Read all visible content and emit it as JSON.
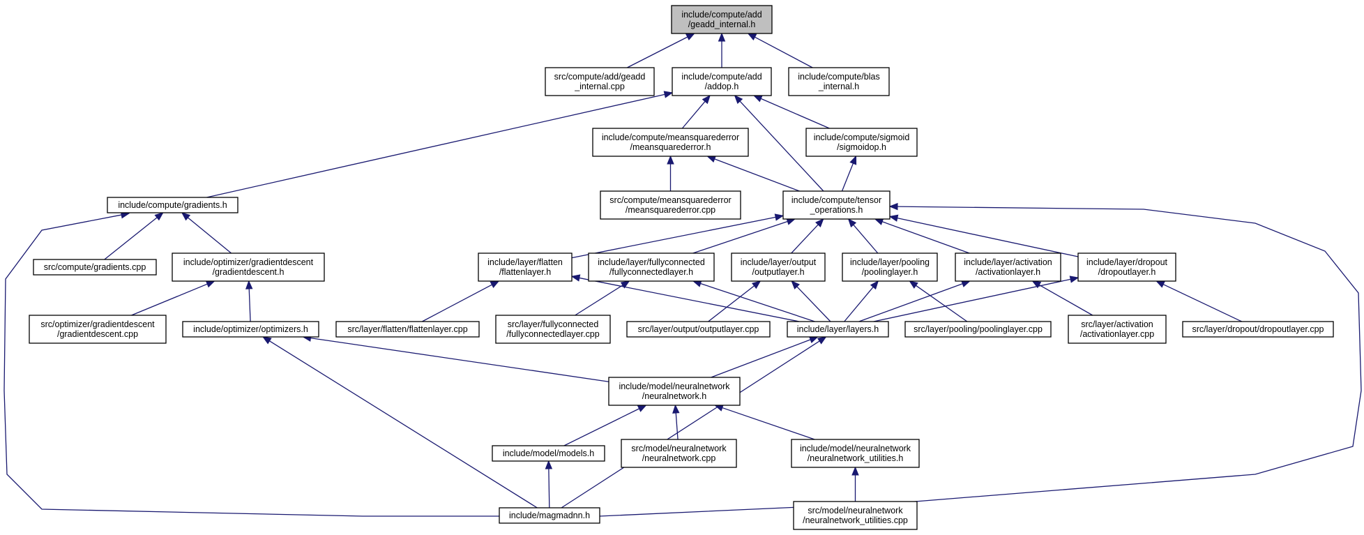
{
  "nodes": [
    {
      "id": "geadd_internal_h",
      "lines": [
        "include/compute/add",
        "/geadd_internal.h"
      ],
      "highlighted": true
    },
    {
      "id": "geadd_internal_cpp",
      "lines": [
        "src/compute/add/geadd",
        "_internal.cpp"
      ]
    },
    {
      "id": "addop_h",
      "lines": [
        "include/compute/add",
        "/addop.h"
      ]
    },
    {
      "id": "blas_internal_h",
      "lines": [
        "include/compute/blas",
        "_internal.h"
      ]
    },
    {
      "id": "mse_h",
      "lines": [
        "include/compute/meansquarederror",
        "/meansquarederror.h"
      ]
    },
    {
      "id": "sigmoidop_h",
      "lines": [
        "include/compute/sigmoid",
        "/sigmoidop.h"
      ]
    },
    {
      "id": "gradients_h",
      "lines": [
        "include/compute/gradients.h"
      ]
    },
    {
      "id": "mse_cpp",
      "lines": [
        "src/compute/meansquarederror",
        "/meansquarederror.cpp"
      ]
    },
    {
      "id": "tensor_ops_h",
      "lines": [
        "include/compute/tensor",
        "_operations.h"
      ]
    },
    {
      "id": "gradients_cpp",
      "lines": [
        "src/compute/gradients.cpp"
      ]
    },
    {
      "id": "gd_h",
      "lines": [
        "include/optimizer/gradientdescent",
        "/gradientdescent.h"
      ]
    },
    {
      "id": "flatten_h",
      "lines": [
        "include/layer/flatten",
        "/flattenlayer.h"
      ]
    },
    {
      "id": "fc_h",
      "lines": [
        "include/layer/fullyconnected",
        "/fullyconnectedlayer.h"
      ]
    },
    {
      "id": "output_h",
      "lines": [
        "include/layer/output",
        "/outputlayer.h"
      ]
    },
    {
      "id": "pooling_h",
      "lines": [
        "include/layer/pooling",
        "/poolinglayer.h"
      ]
    },
    {
      "id": "activation_h",
      "lines": [
        "include/layer/activation",
        "/activationlayer.h"
      ]
    },
    {
      "id": "dropout_h",
      "lines": [
        "include/layer/dropout",
        "/dropoutlayer.h"
      ]
    },
    {
      "id": "gd_cpp",
      "lines": [
        "src/optimizer/gradientdescent",
        "/gradientdescent.cpp"
      ]
    },
    {
      "id": "optimizers_h",
      "lines": [
        "include/optimizer/optimizers.h"
      ]
    },
    {
      "id": "flatten_cpp",
      "lines": [
        "src/layer/flatten/flattenlayer.cpp"
      ]
    },
    {
      "id": "fc_cpp",
      "lines": [
        "src/layer/fullyconnected",
        "/fullyconnectedlayer.cpp"
      ]
    },
    {
      "id": "output_cpp",
      "lines": [
        "src/layer/output/outputlayer.cpp"
      ]
    },
    {
      "id": "layers_h",
      "lines": [
        "include/layer/layers.h"
      ]
    },
    {
      "id": "pooling_cpp",
      "lines": [
        "src/layer/pooling/poolinglayer.cpp"
      ]
    },
    {
      "id": "activation_cpp",
      "lines": [
        "src/layer/activation",
        "/activationlayer.cpp"
      ]
    },
    {
      "id": "dropout_cpp",
      "lines": [
        "src/layer/dropout/dropoutlayer.cpp"
      ]
    },
    {
      "id": "nn_h",
      "lines": [
        "include/model/neuralnetwork",
        "/neuralnetwork.h"
      ]
    },
    {
      "id": "models_h",
      "lines": [
        "include/model/models.h"
      ]
    },
    {
      "id": "nn_cpp",
      "lines": [
        "src/model/neuralnetwork",
        "/neuralnetwork.cpp"
      ]
    },
    {
      "id": "nn_util_h",
      "lines": [
        "include/model/neuralnetwork",
        "/neuralnetwork_utilities.h"
      ]
    },
    {
      "id": "magmadnn_h",
      "lines": [
        "include/magmadnn.h"
      ]
    },
    {
      "id": "nn_util_cpp",
      "lines": [
        "src/model/neuralnetwork",
        "/neuralnetwork_utilities.cpp"
      ]
    }
  ],
  "edges": [
    {
      "from": "geadd_internal_cpp",
      "to": "geadd_internal_h"
    },
    {
      "from": "addop_h",
      "to": "geadd_internal_h"
    },
    {
      "from": "blas_internal_h",
      "to": "geadd_internal_h"
    },
    {
      "from": "gradients_h",
      "to": "addop_h"
    },
    {
      "from": "mse_h",
      "to": "addop_h"
    },
    {
      "from": "tensor_ops_h",
      "to": "addop_h"
    },
    {
      "from": "sigmoidop_h",
      "to": "addop_h"
    },
    {
      "from": "mse_cpp",
      "to": "mse_h"
    },
    {
      "from": "tensor_ops_h",
      "to": "mse_h"
    },
    {
      "from": "tensor_ops_h",
      "to": "sigmoidop_h"
    },
    {
      "from": "gradients_cpp",
      "to": "gradients_h"
    },
    {
      "from": "gd_h",
      "to": "gradients_h"
    },
    {
      "from": "magmadnn_h",
      "to": "gradients_h"
    },
    {
      "from": "flatten_h",
      "to": "tensor_ops_h"
    },
    {
      "from": "fc_h",
      "to": "tensor_ops_h"
    },
    {
      "from": "output_h",
      "to": "tensor_ops_h"
    },
    {
      "from": "pooling_h",
      "to": "tensor_ops_h"
    },
    {
      "from": "activation_h",
      "to": "tensor_ops_h"
    },
    {
      "from": "dropout_h",
      "to": "tensor_ops_h"
    },
    {
      "from": "magmadnn_h",
      "to": "tensor_ops_h"
    },
    {
      "from": "gd_cpp",
      "to": "gd_h"
    },
    {
      "from": "optimizers_h",
      "to": "gd_h"
    },
    {
      "from": "flatten_cpp",
      "to": "flatten_h"
    },
    {
      "from": "layers_h",
      "to": "flatten_h"
    },
    {
      "from": "fc_cpp",
      "to": "fc_h"
    },
    {
      "from": "layers_h",
      "to": "fc_h"
    },
    {
      "from": "output_cpp",
      "to": "output_h"
    },
    {
      "from": "layers_h",
      "to": "output_h"
    },
    {
      "from": "layers_h",
      "to": "pooling_h"
    },
    {
      "from": "pooling_cpp",
      "to": "pooling_h"
    },
    {
      "from": "layers_h",
      "to": "activation_h"
    },
    {
      "from": "activation_cpp",
      "to": "activation_h"
    },
    {
      "from": "layers_h",
      "to": "dropout_h"
    },
    {
      "from": "dropout_cpp",
      "to": "dropout_h"
    },
    {
      "from": "nn_h",
      "to": "optimizers_h"
    },
    {
      "from": "magmadnn_h",
      "to": "optimizers_h"
    },
    {
      "from": "nn_h",
      "to": "layers_h"
    },
    {
      "from": "magmadnn_h",
      "to": "layers_h"
    },
    {
      "from": "models_h",
      "to": "nn_h"
    },
    {
      "from": "nn_cpp",
      "to": "nn_h"
    },
    {
      "from": "nn_util_h",
      "to": "nn_h"
    },
    {
      "from": "magmadnn_h",
      "to": "models_h"
    },
    {
      "from": "nn_util_cpp",
      "to": "nn_util_h"
    }
  ]
}
